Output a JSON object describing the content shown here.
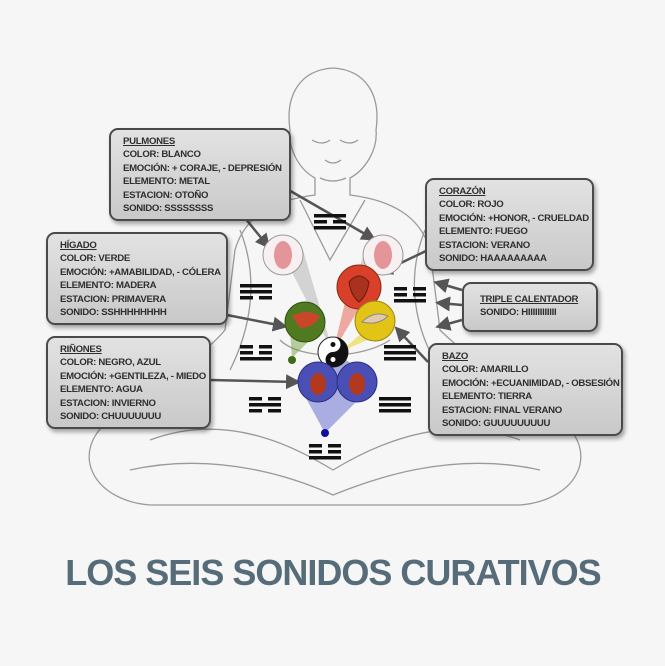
{
  "title": "LOS SEIS SONIDOS CURATIVOS",
  "colors": {
    "title": "#566d79",
    "lungs": "#f3e6e6",
    "heart": "#d8402a",
    "liver": "#4f7a20",
    "spleen": "#e2c417",
    "kidneys": "#4a4fb5",
    "box_border": "#4a4a4a"
  },
  "boxes": {
    "pulmones": {
      "name": "PULMONES",
      "color": "COLOR: BLANCO",
      "emotion": "EMOCIÓN: + CORAJE, - DEPRESIÓN",
      "element": "ELEMENTO: METAL",
      "season": "ESTACION: OTOÑO",
      "sound": "SONIDO: SSSSSSSS"
    },
    "corazon": {
      "name": "CORAZÓN",
      "color": "COLOR: ROJO",
      "emotion": "EMOCIÓN: +HONOR, - CRUELDAD",
      "element": "ELEMENTO: FUEGO",
      "season": "ESTACION: VERANO",
      "sound": "SONIDO: HAAAAAAAAA"
    },
    "higado": {
      "name": "HÍGADO",
      "color": "COLOR: VERDE",
      "emotion": "EMOCIÓN: +AMABILIDAD, - CÓLERA",
      "element": "ELEMENTO: MADERA",
      "season": "ESTACION: PRIMAVERA",
      "sound": "SONIDO: SSHHHHHHHH"
    },
    "rinones": {
      "name": "RIÑONES",
      "color": "COLOR: NEGRO, AZUL",
      "emotion": "EMOCIÓN: +GENTILEZA, - MIEDO",
      "element": "ELEMENTO: AGUA",
      "season": "ESTACION: INVIERNO",
      "sound": "SONIDO: CHUUUUUUU"
    },
    "triple": {
      "name": "TRIPLE CALENTADOR",
      "sound": "SONIDO: HIIIIIIIIIIII"
    },
    "bazo": {
      "name": "BAZO",
      "color": "COLOR: AMARILLO",
      "emotion": "EMOCIÓN: +ECUANIMIDAD, - OBSESIÓN",
      "element": "ELEMENTO: TIERRA",
      "season": "ESTACION: FINAL VERANO",
      "sound": "SONIDO: GUUUUUUUUU"
    }
  }
}
